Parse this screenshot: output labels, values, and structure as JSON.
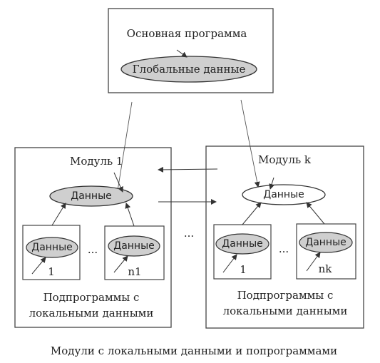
{
  "main_program": {
    "title": "Основная программа",
    "global_data": "Глобальные данные"
  },
  "module_1": {
    "title": "Модуль 1",
    "data": "Данные",
    "sub_first": {
      "data": "Данные",
      "label": "1"
    },
    "ellipsis": "...",
    "sub_last": {
      "data": "Данные",
      "label": "n1"
    },
    "caption": "Подпрограммы с локальными данными"
  },
  "modules_ellipsis": "...",
  "module_k": {
    "title": "Модуль k",
    "data": "Данные",
    "sub_first": {
      "data": "Данные",
      "label": "1"
    },
    "ellipsis": "...",
    "sub_last": {
      "data": "Данные",
      "label": "nk"
    },
    "caption": "Подпрограммы с локальными данными"
  },
  "figure_caption": "Модули с локальными данными и попрограммами"
}
